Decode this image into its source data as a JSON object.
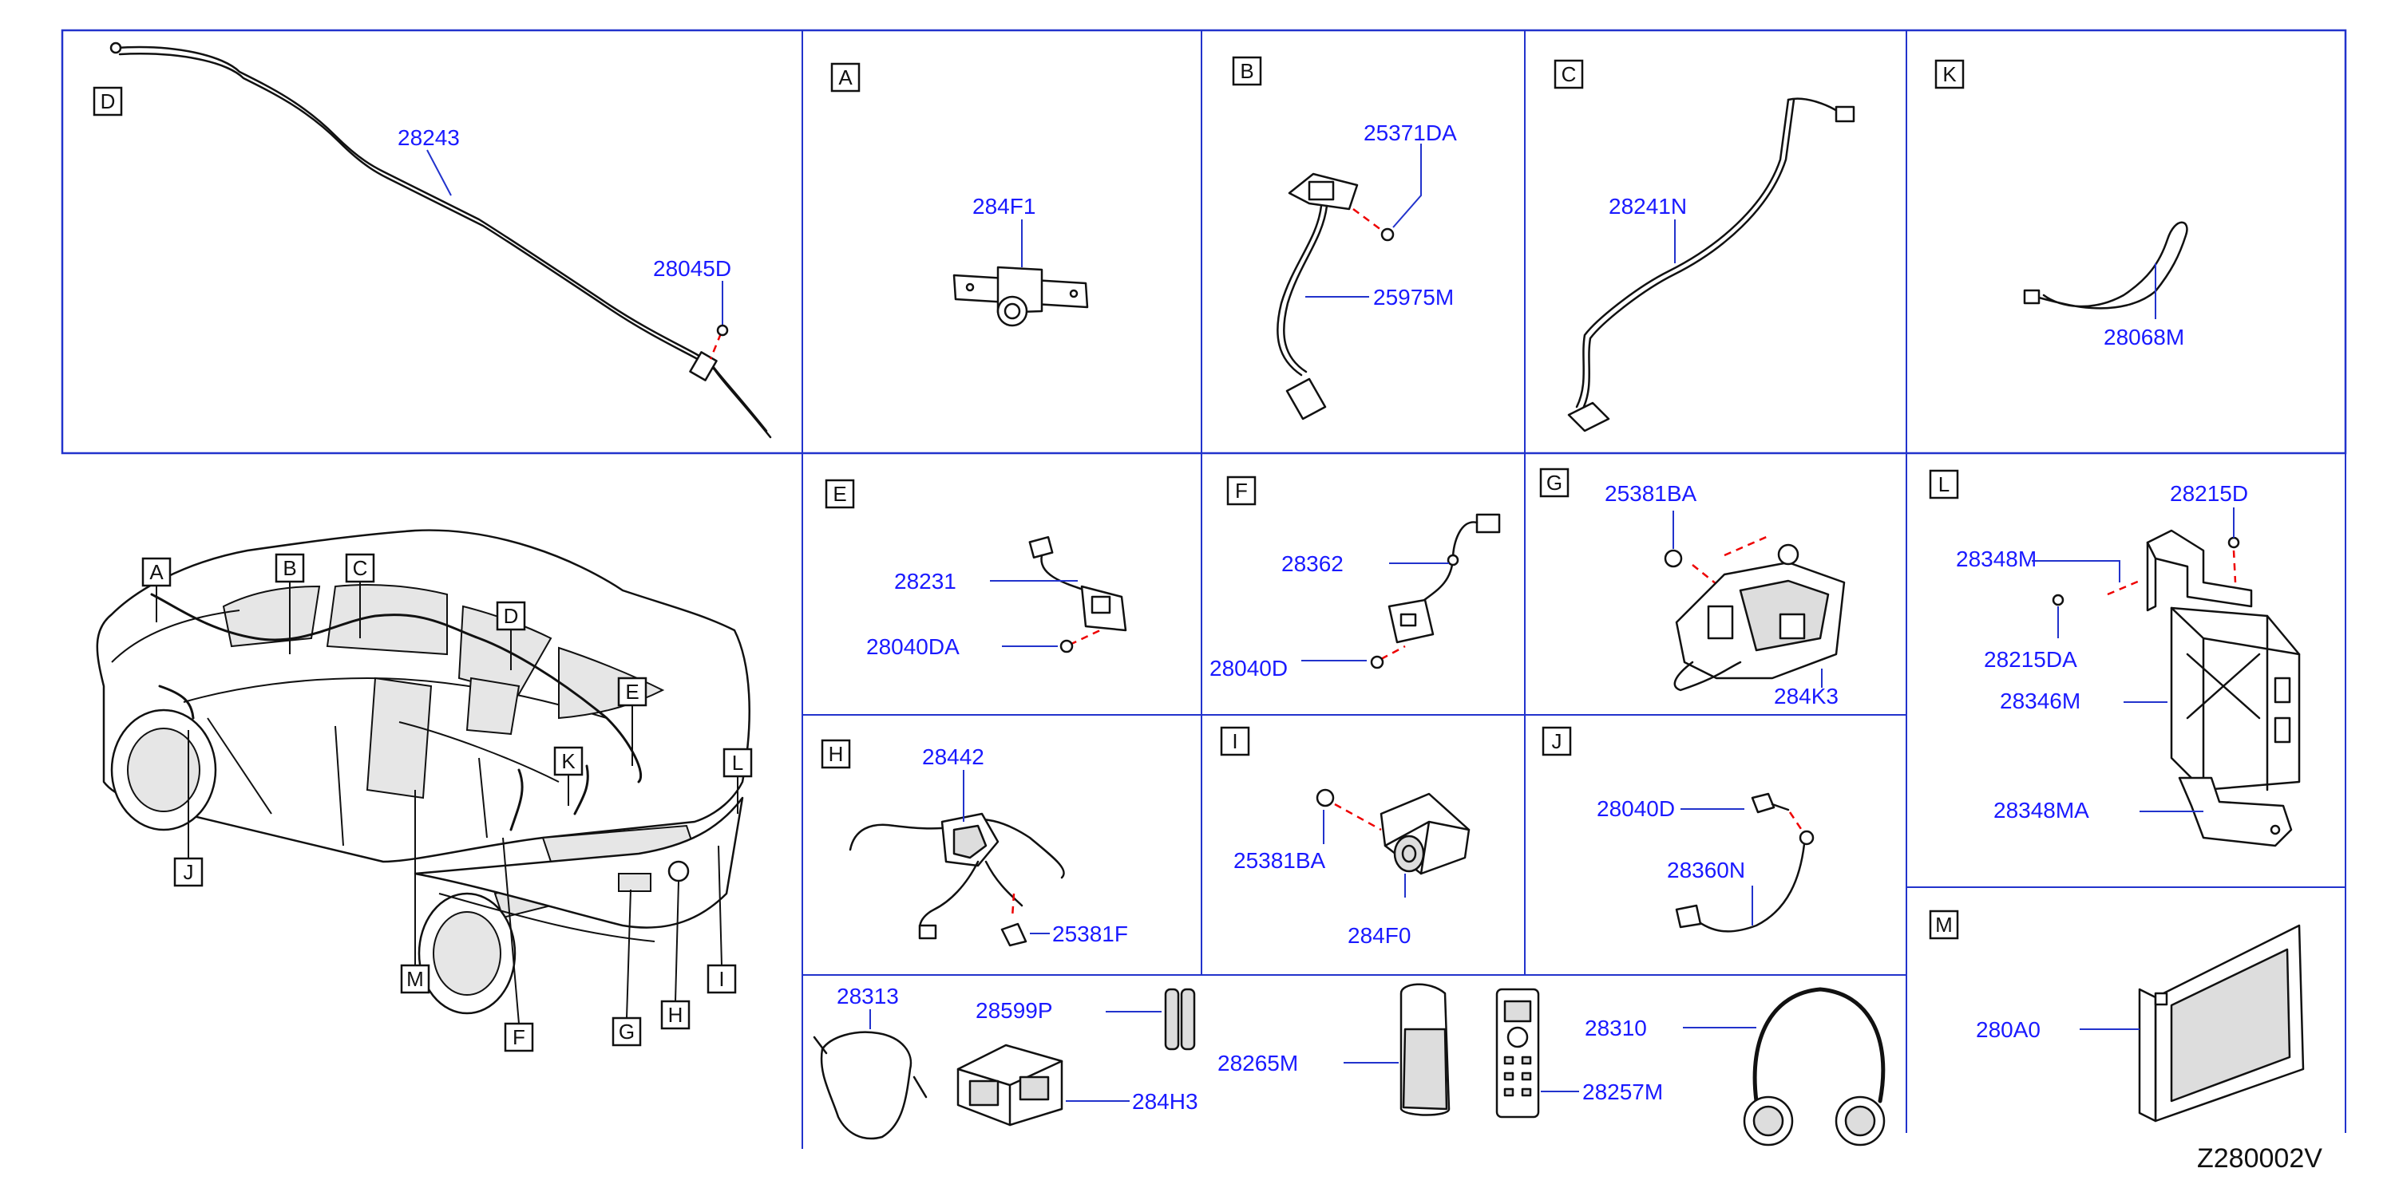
{
  "sections": [
    {
      "letter": "D",
      "parts": [
        "28243",
        "28045D"
      ]
    },
    {
      "letter": "A",
      "parts": [
        "284F1"
      ]
    },
    {
      "letter": "B",
      "parts": [
        "25371DA",
        "25975M"
      ]
    },
    {
      "letter": "C",
      "parts": [
        "28241N"
      ]
    },
    {
      "letter": "K",
      "parts": [
        "28068M"
      ]
    },
    {
      "letter": "E",
      "parts": [
        "28231",
        "28040DA"
      ]
    },
    {
      "letter": "F",
      "parts": [
        "28362",
        "28040D"
      ]
    },
    {
      "letter": "G",
      "parts": [
        "25381BA",
        "284K3"
      ]
    },
    {
      "letter": "L",
      "parts": [
        "28215D",
        "28348M",
        "28215DA",
        "28346M",
        "28348MA"
      ]
    },
    {
      "letter": "H",
      "parts": [
        "28442",
        "25381F"
      ]
    },
    {
      "letter": "I",
      "parts": [
        "25381BA",
        "284F0"
      ]
    },
    {
      "letter": "J",
      "parts": [
        "28040D",
        "28360N"
      ]
    },
    {
      "letter": "M",
      "parts": [
        "280A0"
      ]
    },
    {
      "letter": "",
      "parts": [
        "28313",
        "28599P",
        "284H3",
        "28265M",
        "28310",
        "28257M"
      ]
    }
  ],
  "car_callouts": [
    "A",
    "B",
    "C",
    "D",
    "E",
    "K",
    "L",
    "J",
    "M",
    "F",
    "G",
    "H",
    "I"
  ],
  "diagram_code": "Z280002V",
  "colors": {
    "frame": "#2233cc",
    "part_number": "#1a1aff",
    "highlight": "#ee0000"
  }
}
